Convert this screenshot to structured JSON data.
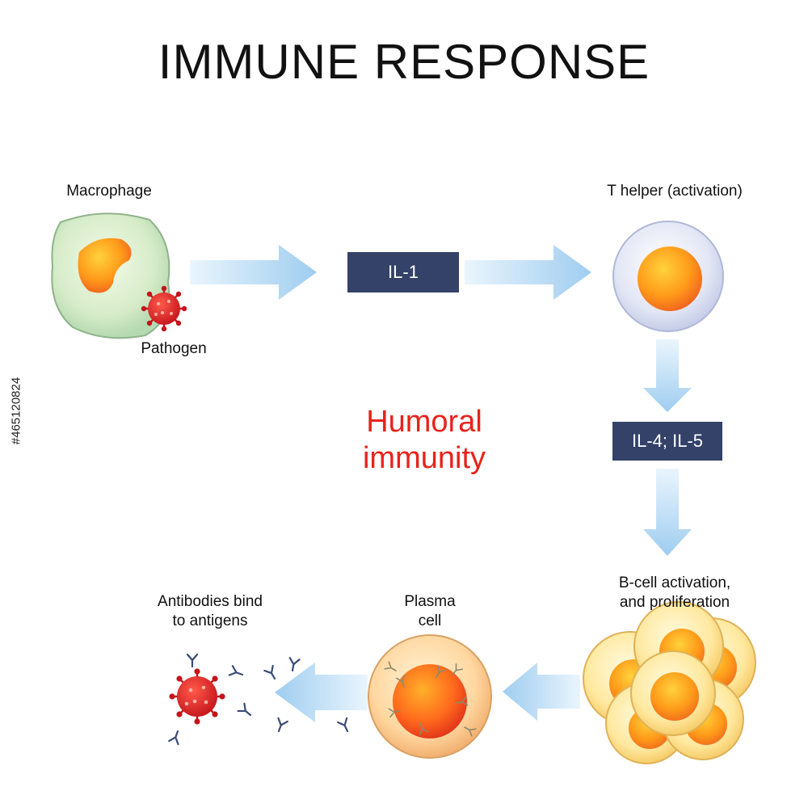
{
  "title": "IMMUNE RESPONSE",
  "labels": {
    "macrophage": "Macrophage",
    "pathogen": "Pathogen",
    "t_helper": "T helper (activation)",
    "humoral_line1": "Humoral",
    "humoral_line2": "immunity",
    "bcell_line1": "B-cell activation,",
    "bcell_line2": "and proliferation",
    "plasma_line1": "Plasma",
    "plasma_line2": "cell",
    "antibodies_line1": "Antibodies bind",
    "antibodies_line2": "to antigens"
  },
  "boxes": {
    "il1": "IL-1",
    "il45": "IL-4; IL-5"
  },
  "stock_id": "#465120824",
  "colors": {
    "title": "#111111",
    "accent_red": "#e8231b",
    "box_bg": "#34426a",
    "arrow": "#a9d3f2"
  }
}
